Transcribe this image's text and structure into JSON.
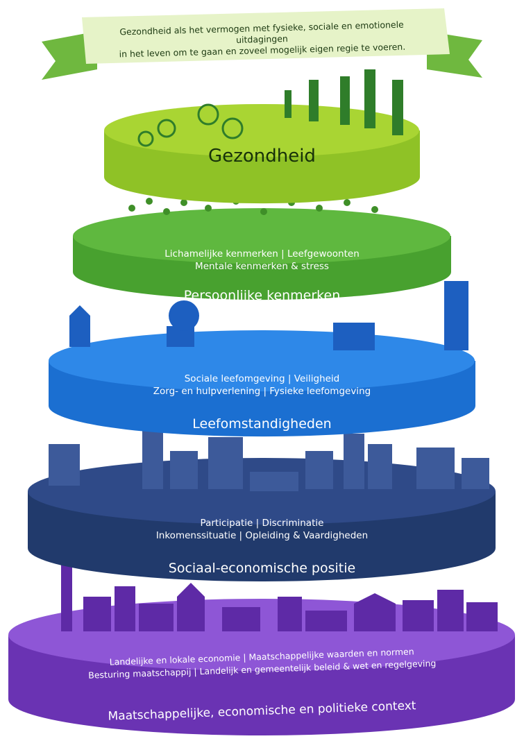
{
  "banner": {
    "line1": "Gezondheid als het vermogen met fysieke, sociale en emotionele uitdagingen",
    "line2": "in het leven om te gaan en zoveel mogelijk eigen regie te voeren."
  },
  "tiers": {
    "gezondheid": {
      "title": "Gezondheid",
      "color": "#a9d533"
    },
    "persoonlijk": {
      "title": "Persoonlijke kenmerken",
      "line1": "Lichamelijke kenmerken  |  Leefgewoonten",
      "line2": "Mentale kenmerken & stress",
      "color": "#5fb83f"
    },
    "leefomstandigheden": {
      "title": "Leefomstandigheden",
      "line1": "Sociale leefomgeving  |  Veiligheid",
      "line2": "Zorg- en hulpverlening  |  Fysieke leefomgeving",
      "color": "#2e88e8"
    },
    "sociaal": {
      "title": "Sociaal-economische positie",
      "line1": "Participatie  |  Discriminatie",
      "line2": "Inkomenssituatie  |  Opleiding & Vaardigheden",
      "color": "#2f4a88"
    },
    "context": {
      "title": "Maatschappelijke, economische en politieke context",
      "line1": "Landelijke en lokale economie  |  Maatschappelijke waarden en normen",
      "line2": "Besturing maatschappij  |  Landelijk en gemeentelijk beleid & wet en regelgeving",
      "color": "#8e56d6"
    }
  }
}
